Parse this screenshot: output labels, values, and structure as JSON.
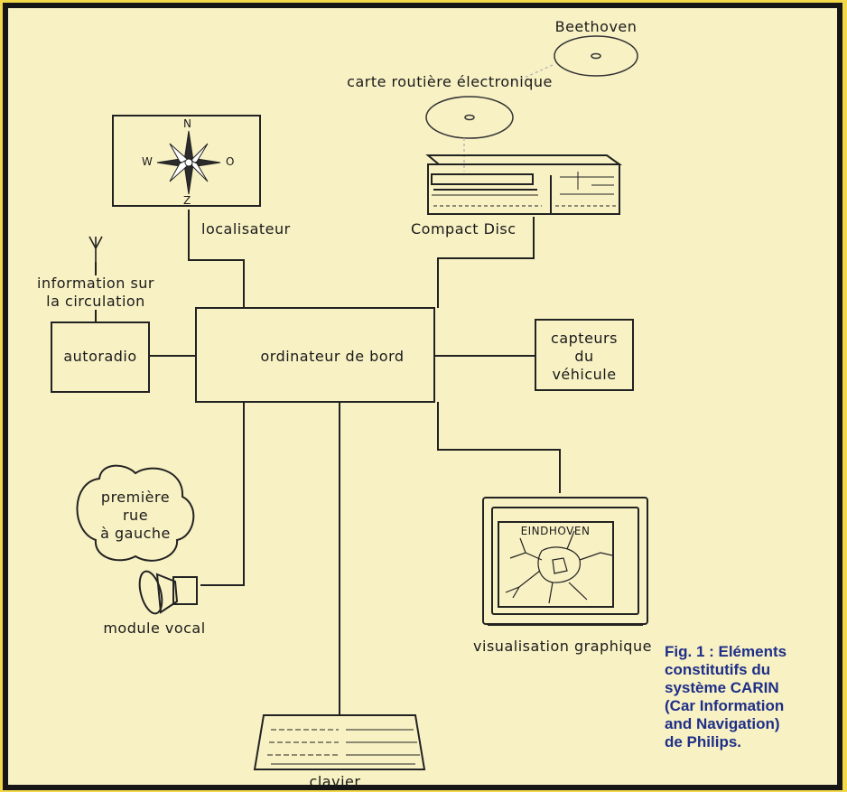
{
  "labels": {
    "beethoven": "Beethoven",
    "carte": "carte routière électronique",
    "localisateur": "localisateur",
    "compact_disc": "Compact Disc",
    "compass_n": "N",
    "compass_w": "W",
    "compass_o": "O",
    "compass_z": "Z",
    "info_line1": "information sur",
    "info_line2": "la circulation",
    "autoradio": "autoradio",
    "ordinateur": "ordinateur de bord",
    "capteurs_line1": "capteurs",
    "capteurs_line2": "du",
    "capteurs_line3": "véhicule",
    "bubble_line1": "première",
    "bubble_line2": "rue",
    "bubble_line3": "à gauche",
    "module_vocal": "module vocal",
    "eindhoven": "EINDHOVEN",
    "visualisation": "visualisation graphique",
    "clavier": "clavier"
  },
  "caption": {
    "line1": "Fig. 1 : Eléments",
    "line2": "constitutifs du",
    "line3": "système CARIN",
    "line4": "(Car Information",
    "line5": "and Navigation)",
    "line6": "de Philips."
  },
  "colors": {
    "background": "#f2d84a",
    "panel": "#f8f1c4",
    "frame": "#161616",
    "caption": "#1e2f88"
  }
}
